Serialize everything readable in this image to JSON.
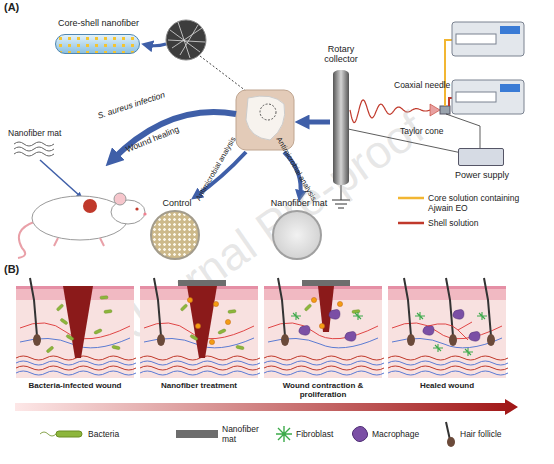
{
  "diagram": {
    "nodes": [
      {
        "text": [
          "(A)"
        ]
      },
      {
        "text": [
          "Core-shell nanofiber"
        ],
        "in": 0
      },
      {
        "text": [
          "Control"
        ],
        "in": 0
      },
      {
        "text": [
          "Nanofiber mat"
        ],
        "in": 0
      },
      {
        "text": [
          "Rotary collector"
        ],
        "in": 0
      },
      {
        "text": [
          "Power supply"
        ],
        "in": 0
      },
      {
        "text": [
          "(B)"
        ]
      },
      {
        "text": [
          "Bacteria-infected wound"
        ],
        "in": 6
      },
      {
        "text": [
          "Nanofiber treatment"
        ],
        "in": 6
      },
      {
        "text": [
          "Wound contraction & proliferation"
        ],
        "in": 6
      },
      {
        "text": [
          "Healed wound"
        ],
        "in": 6
      }
    ],
    "edges": [
      {
        "from": 5,
        "to": 4,
        "arrow": "none"
      }
    ],
    "labels": [
      "S. aureus infection",
      "Wound healing",
      "Antimicrobial analysis",
      "Antimicrobial analysis",
      "Nanofiber mat",
      "Coaxial needle",
      "Taylor cone",
      "Journal Pre-proof"
    ],
    "legend": [
      {
        "text": "Core solution containing Ajwain EO"
      },
      {
        "text": "Shell solution"
      },
      {
        "text": "Bacteria"
      },
      {
        "text": "Nanofiber mat"
      },
      {
        "text": "Fibroblast"
      },
      {
        "text": "Macrophage"
      },
      {
        "text": "Hair follicle"
      }
    ]
  }
}
